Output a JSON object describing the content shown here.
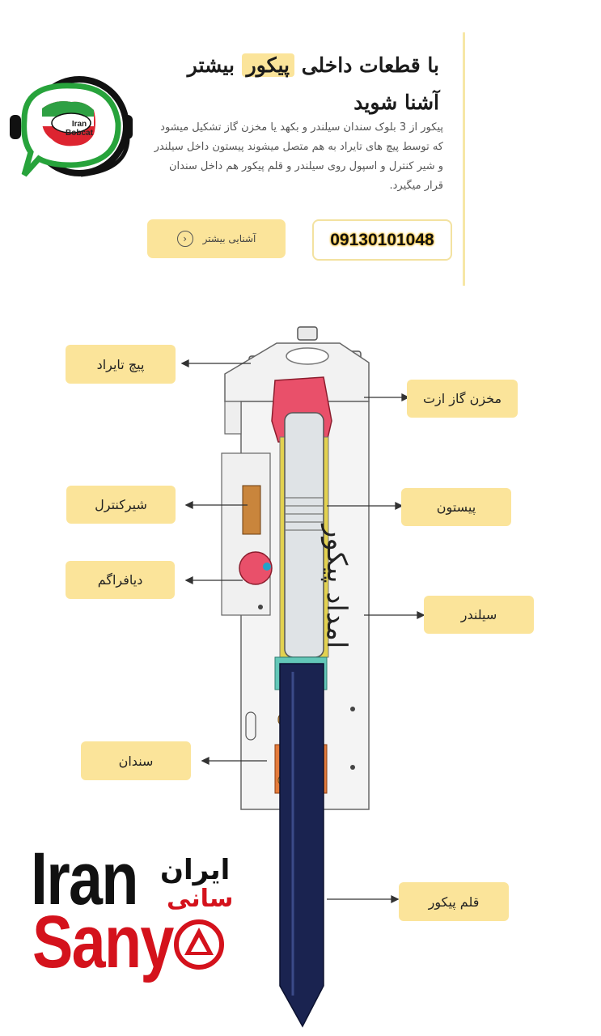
{
  "logo": {
    "line1": "Iran",
    "line2": "Bobcat"
  },
  "header": {
    "title_before": "با قطعات داخلی",
    "title_highlight": "پیکور",
    "title_after": "بیشتر آشنا شوید",
    "description": "پیکور از 3 بلوک سندان سیلندر و بکهد یا مخزن گاز تشکیل میشود که توسط پیچ های تایراد به هم متصل میشوند پیستون داخل سیلندر و شیر کنترل و اسپول روی سیلندر و قلم پیکور هم داخل سندان قرار میگیرد."
  },
  "actions": {
    "more_label": "آشنایی بیشتر",
    "phone": "09130101048"
  },
  "diagram": {
    "labels": {
      "tie_rod": "پیچ تایراد",
      "gas_chamber": "مخزن گاز ازت",
      "control_valve": "شیرکنترل",
      "piston": "پیستون",
      "diaphragm": "دیافراگم",
      "cylinder": "سیلندر",
      "anvil": "سندان",
      "chisel": "قلم پیکور"
    },
    "watermark": "امداد پیکور"
  },
  "brand": {
    "latin_line1": "Iran",
    "latin_line2": "Sany",
    "farsi_line1": "ایران",
    "farsi_line2": "سانی"
  },
  "colors": {
    "accent": "#fbe49a",
    "brand_red": "#d4121c",
    "piston": "#dfe3e6",
    "chisel": "#1a2350"
  }
}
